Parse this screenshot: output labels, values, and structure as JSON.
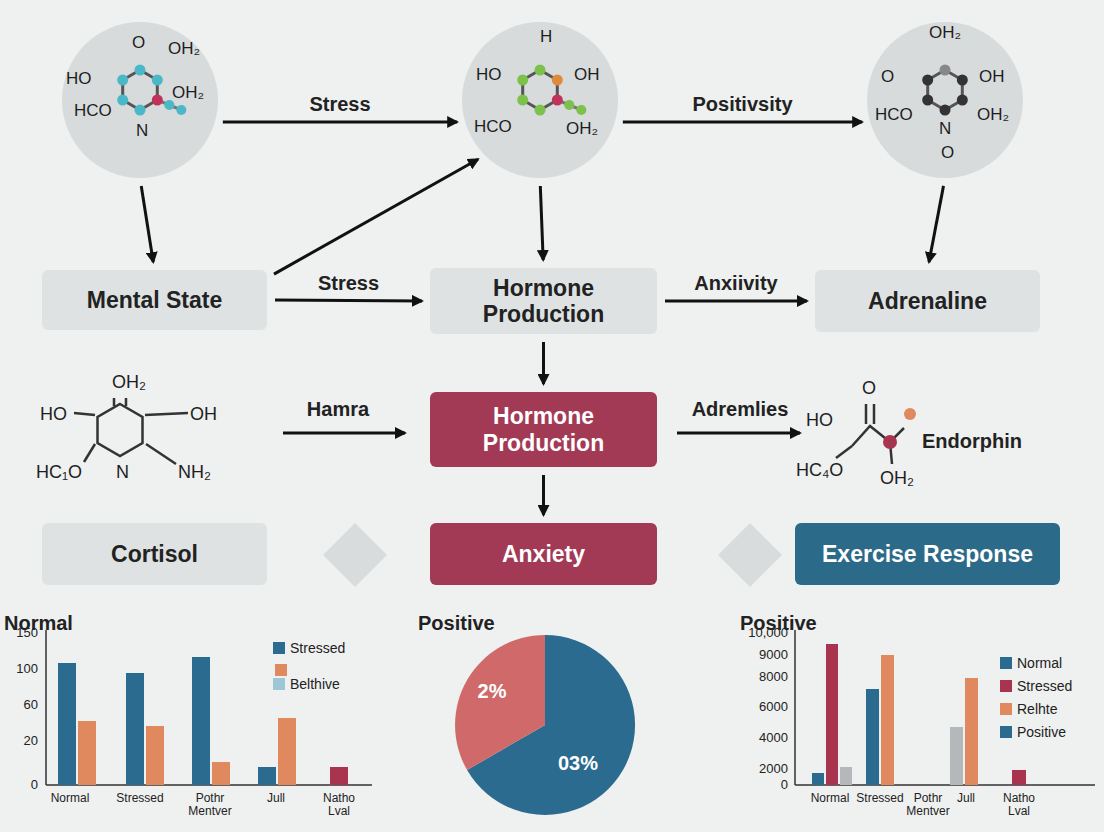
{
  "diagram": {
    "nodes": [
      {
        "text": [
          "O",
          "OH₂",
          "HO",
          "OH₂",
          "HCO",
          "N"
        ]
      },
      {
        "text": [
          "H",
          "HO",
          "OH",
          "HCO",
          "OH₂"
        ]
      },
      {
        "text": [
          "OH₂",
          "O",
          "OH",
          "HCO",
          "N",
          "OH₂",
          "O"
        ]
      },
      {
        "text": [
          "Mental State"
        ]
      },
      {
        "text": [
          "Hormone Production"
        ]
      },
      {
        "text": [
          "Adrenaline"
        ]
      },
      {
        "text": [
          "Hormone Production"
        ]
      },
      {
        "text": [
          "Cortisol"
        ]
      },
      {
        "text": [
          "Anxiety"
        ]
      },
      {
        "text": [
          "Exercise Response"
        ]
      }
    ],
    "edges": [
      {
        "from": 0,
        "to": 1,
        "label": "Stress",
        "arrow": "to"
      },
      {
        "from": 1,
        "to": 2,
        "label": "Positivsity",
        "arrow": "to"
      },
      {
        "from": 0,
        "to": 3,
        "arrow": "to"
      },
      {
        "from": 1,
        "to": 4,
        "arrow": "to"
      },
      {
        "from": 2,
        "to": 5,
        "arrow": "to"
      },
      {
        "from": 3,
        "to": 1,
        "arrow": "to"
      },
      {
        "from": 3,
        "to": 4,
        "label": "Stress",
        "arrow": "to"
      },
      {
        "from": 4,
        "to": 5,
        "label": "Anxiivity",
        "arrow": "to"
      },
      {
        "from": 4,
        "to": 6,
        "arrow": "to"
      },
      {
        "from": 6,
        "to": 8,
        "arrow": "to"
      }
    ],
    "labels": [
      "OH₂",
      "HO",
      "OH",
      "HC₁O",
      "N",
      "NH₂",
      "Hamra",
      "Adremlies",
      "O",
      "HO",
      "HC₄O",
      "OH₂",
      "Endorphin",
      "Normal",
      "150",
      "100",
      "60",
      "20",
      "0",
      "Normal",
      "Stressed",
      "Pothr Mentver",
      "Jull",
      "Natho Lval",
      "Positive",
      "2%",
      "03%",
      "Positive",
      "10,000",
      "9000",
      "8000",
      "6000",
      "4000",
      "2000",
      "0",
      "Normal",
      "Stressed",
      "Pothr Mentver",
      "Jull",
      "Natho Lval"
    ],
    "legend": [
      {
        "text": "Stressed",
        "color": "#2a6b8f"
      },
      {
        "text": "Belthive",
        "color": "#9fc6d6"
      },
      {
        "text": "Normal",
        "color": "#2a6b8f"
      },
      {
        "text": "Stressed",
        "color": "#a8344f"
      },
      {
        "text": "Relhte",
        "color": "#e0895e"
      },
      {
        "text": "Positive",
        "color": "#2a6b8f"
      }
    ]
  }
}
